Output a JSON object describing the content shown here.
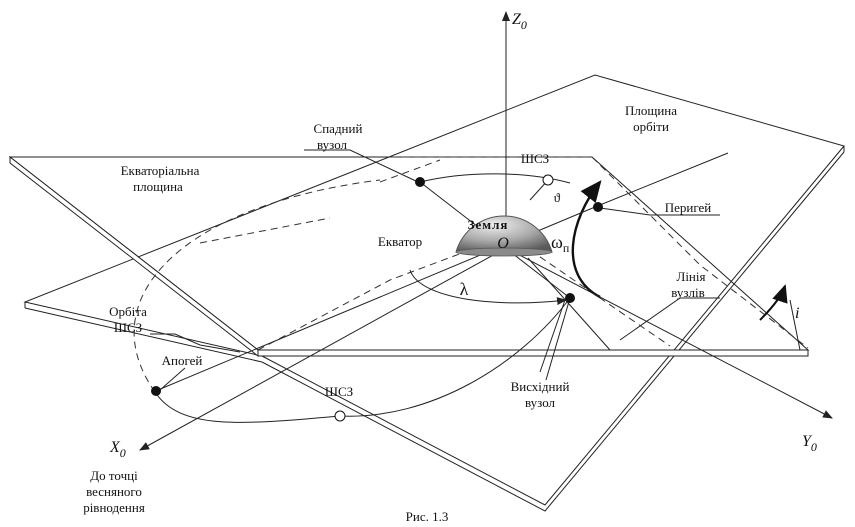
{
  "labels": {
    "z_axis": "Z",
    "z_sub": "0",
    "x_axis": "X",
    "x_sub": "0",
    "y_axis": "Y",
    "y_sub": "0",
    "orbit_plane": [
      "Площина",
      "орбіти"
    ],
    "descending_node": [
      "Спадний",
      "вузол"
    ],
    "equatorial_plane": [
      "Екваторіальна",
      "площина"
    ],
    "satellite_top": "ШСЗ",
    "theta": "ϑ",
    "earth": "Земля",
    "origin": "O",
    "equator": "Екватор",
    "perigee": "Перигей",
    "omega": "ω",
    "omega_sub": "п",
    "line_of_nodes": [
      "Лінія",
      "вузлів"
    ],
    "lambda": "λ",
    "orbit_satellite": [
      "Орбіта",
      "ШСЗ"
    ],
    "inclination": "i",
    "apogee": "Апогей",
    "ascending_node": [
      "Висхідний",
      "вузол"
    ],
    "satellite_bottom": "ШСЗ",
    "vernal_equinox": [
      "До точці",
      "весняного",
      "рівнодення"
    ],
    "caption": "Рис. 1.3"
  },
  "colors": {
    "earth_light": "#d8d8d8",
    "earth_dark": "#6e6e6e",
    "line": "#222222"
  }
}
